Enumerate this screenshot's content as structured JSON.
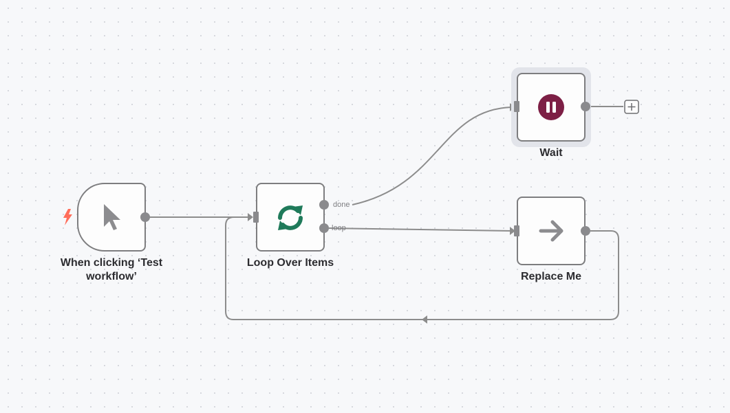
{
  "nodes": {
    "trigger": {
      "label": "When clicking ‘Test workflow’",
      "icon": "cursor-arrow-icon"
    },
    "loop": {
      "label": "Loop Over Items",
      "icon": "refresh-icon",
      "outputs": [
        "done",
        "loop"
      ]
    },
    "wait": {
      "label": "Wait",
      "icon": "pause-icon"
    },
    "replace": {
      "label": "Replace Me",
      "icon": "arrow-right-icon"
    }
  },
  "colors": {
    "trigger_bolt": "#ff6d5a",
    "loop_icon": "#1f7a5a",
    "wait_icon": "#7d1f45",
    "replace_icon": "#8c8c8f",
    "edge": "#8c8c8c"
  }
}
